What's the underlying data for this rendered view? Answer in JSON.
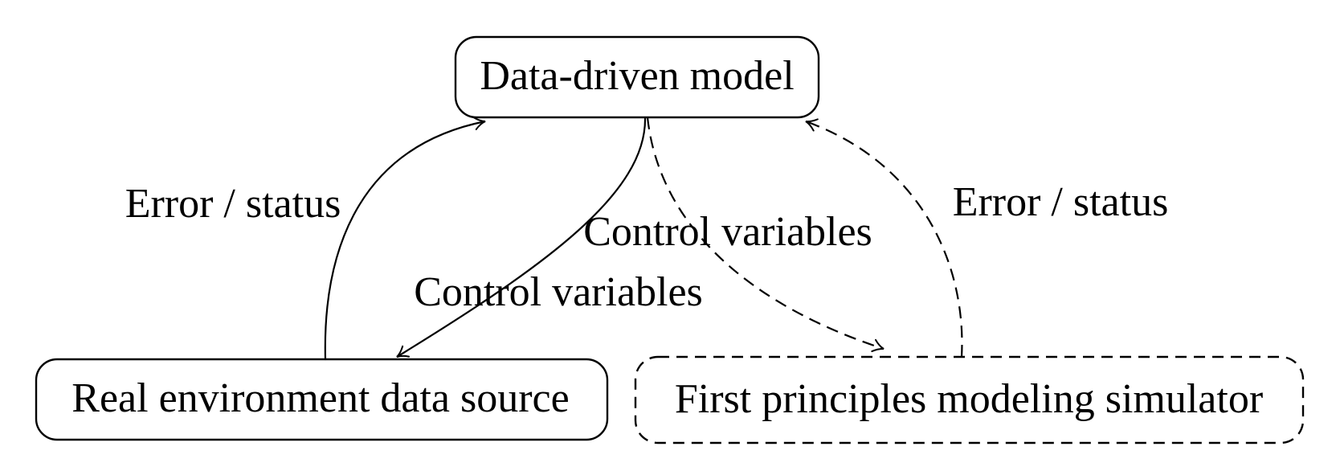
{
  "diagram": {
    "background_color": "#ffffff",
    "stroke_color": "#000000",
    "text_color": "#000000",
    "nodes": [
      {
        "id": "data-driven-model",
        "label": "Data-driven model",
        "border": "solid",
        "shape": "rounded-rectangle"
      },
      {
        "id": "real-environment-data-source",
        "label": "Real environment data source",
        "border": "solid",
        "shape": "rounded-rectangle"
      },
      {
        "id": "first-principles-modeling-simulator",
        "label": "First principles modeling simulator",
        "border": "dashed",
        "shape": "rounded-rectangle"
      }
    ],
    "edges": [
      {
        "from": "real-environment-data-source",
        "to": "data-driven-model",
        "label": "Error / status",
        "style": "solid",
        "arrow": "to"
      },
      {
        "from": "data-driven-model",
        "to": "real-environment-data-source",
        "label": "Control variables",
        "style": "solid",
        "arrow": "to"
      },
      {
        "from": "data-driven-model",
        "to": "first-principles-modeling-simulator",
        "label": "Control variables",
        "style": "dashed",
        "arrow": "to"
      },
      {
        "from": "first-principles-modeling-simulator",
        "to": "data-driven-model",
        "label": "Error / status",
        "style": "dashed",
        "arrow": "to"
      }
    ]
  }
}
